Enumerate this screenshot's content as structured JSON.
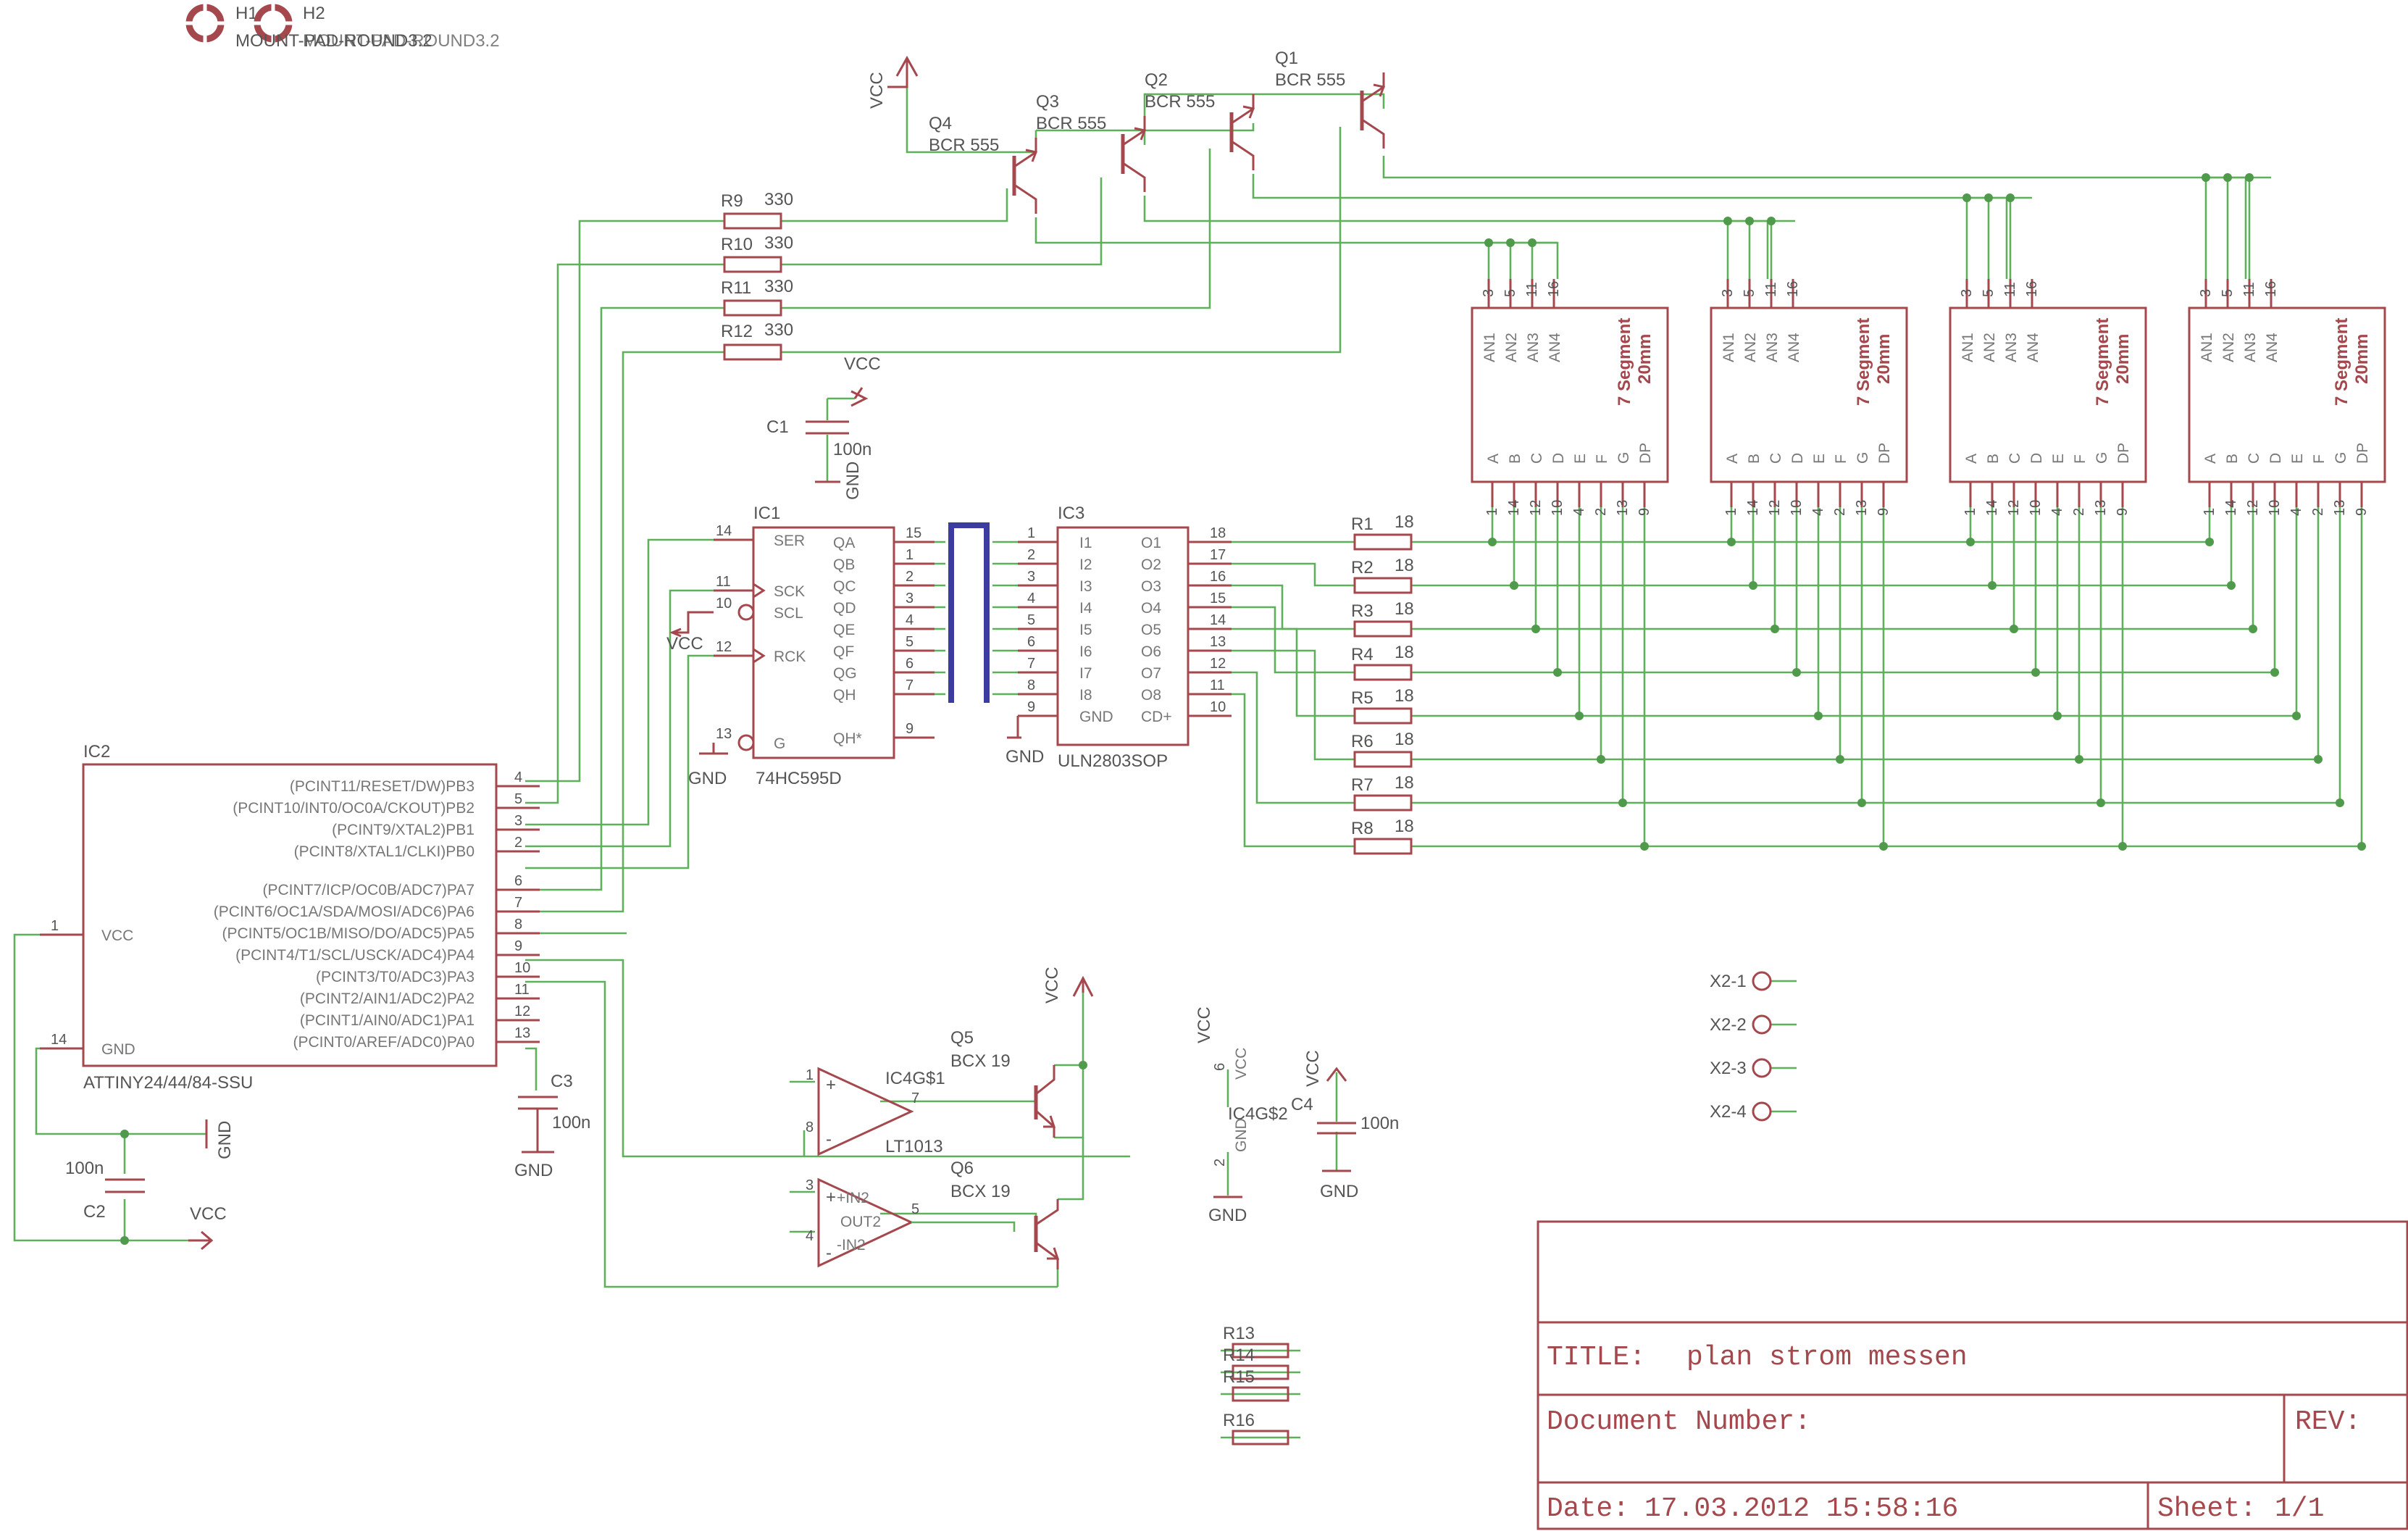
{
  "header": {
    "h1": "H1",
    "h2": "H2",
    "hole_text": "MOUNT-PAD-ROUND3.2"
  },
  "transistors": {
    "q1": {
      "name": "Q1",
      "type": "BCR 555"
    },
    "q2": {
      "name": "Q2",
      "type": "BCR 555"
    },
    "q3": {
      "name": "Q3",
      "type": "BCR 555"
    },
    "q4": {
      "name": "Q4",
      "type": "BCR 555"
    },
    "q5": {
      "name": "Q5",
      "type": "BCX 19"
    },
    "q6": {
      "name": "Q6",
      "type": "BCX 19"
    }
  },
  "resistors": {
    "r9": {
      "name": "R9",
      "value": "330"
    },
    "r10": {
      "name": "R10",
      "value": "330"
    },
    "r11": {
      "name": "R11",
      "value": "330"
    },
    "r12": {
      "name": "R12",
      "value": "330"
    },
    "r_out": [
      {
        "name": "R1",
        "value": "18"
      },
      {
        "name": "R2",
        "value": "18"
      },
      {
        "name": "R3",
        "value": "18"
      },
      {
        "name": "R4",
        "value": "18"
      },
      {
        "name": "R5",
        "value": "18"
      },
      {
        "name": "R6",
        "value": "18"
      },
      {
        "name": "R7",
        "value": "18"
      },
      {
        "name": "R8",
        "value": "18"
      }
    ],
    "r13": "R13",
    "r14": "R14",
    "r15": "R15",
    "r16": "R16"
  },
  "nets": {
    "vcc": "VCC",
    "gnd": "GND"
  },
  "capacitors": {
    "c1": {
      "name": "C1",
      "value": "100n"
    },
    "c2": {
      "name": "C2",
      "value": "100n"
    },
    "c3": {
      "name": "C3",
      "value": "100n"
    },
    "c4": {
      "name": "C4",
      "value": "100n"
    }
  },
  "ic1": {
    "name": "IC1",
    "part": "74HC595D",
    "left_pins": [
      {
        "num": "14",
        "label": "SER"
      },
      {
        "num": "11",
        "label": "SCK"
      },
      {
        "num": "10",
        "label": "SCL"
      },
      {
        "num": "12",
        "label": "RCK"
      },
      {
        "num": "13",
        "label": "G"
      }
    ],
    "right_pins": [
      {
        "num": "15",
        "label": "QA"
      },
      {
        "num": "1",
        "label": "QB"
      },
      {
        "num": "2",
        "label": "QC"
      },
      {
        "num": "3",
        "label": "QD"
      },
      {
        "num": "4",
        "label": "QE"
      },
      {
        "num": "5",
        "label": "QF"
      },
      {
        "num": "6",
        "label": "QG"
      },
      {
        "num": "7",
        "label": "QH"
      },
      {
        "num": "9",
        "label": "QH*"
      }
    ]
  },
  "ic3": {
    "name": "IC3",
    "part": "ULN2803SOP",
    "left_pins": [
      {
        "num": "1",
        "label": "I1"
      },
      {
        "num": "2",
        "label": "I2"
      },
      {
        "num": "3",
        "label": "I3"
      },
      {
        "num": "4",
        "label": "I4"
      },
      {
        "num": "5",
        "label": "I5"
      },
      {
        "num": "6",
        "label": "I6"
      },
      {
        "num": "7",
        "label": "I7"
      },
      {
        "num": "8",
        "label": "I8"
      },
      {
        "num": "9",
        "label": "GND"
      }
    ],
    "right_pins": [
      {
        "num": "18",
        "label": "O1"
      },
      {
        "num": "17",
        "label": "O2"
      },
      {
        "num": "16",
        "label": "O3"
      },
      {
        "num": "15",
        "label": "O4"
      },
      {
        "num": "14",
        "label": "O5"
      },
      {
        "num": "13",
        "label": "O6"
      },
      {
        "num": "12",
        "label": "O7"
      },
      {
        "num": "11",
        "label": "O8"
      },
      {
        "num": "10",
        "label": "CD+"
      }
    ]
  },
  "ic2": {
    "name": "IC2",
    "part": "ATTINY24/44/84-SSU",
    "left_pins": [
      {
        "num": "1",
        "label": "VCC"
      },
      {
        "num": "14",
        "label": "GND"
      }
    ],
    "right_pins": [
      {
        "num": "4",
        "label": "(PCINT11/RESET/DW)PB3"
      },
      {
        "num": "5",
        "label": "(PCINT10/INT0/OC0A/CKOUT)PB2"
      },
      {
        "num": "3",
        "label": "(PCINT9/XTAL2)PB1"
      },
      {
        "num": "2",
        "label": "(PCINT8/XTAL1/CLKI)PB0"
      },
      {
        "num": "6",
        "label": "(PCINT7/ICP/OC0B/ADC7)PA7"
      },
      {
        "num": "7",
        "label": "(PCINT6/OC1A/SDA/MOSI/ADC6)PA6"
      },
      {
        "num": "8",
        "label": "(PCINT5/OC1B/MISO/DO/ADC5)PA5"
      },
      {
        "num": "9",
        "label": "(PCINT4/T1/SCL/USCK/ADC4)PA4"
      },
      {
        "num": "10",
        "label": "(PCINT3/T0/ADC3)PA3"
      },
      {
        "num": "11",
        "label": "(PCINT2/AIN1/ADC2)PA2"
      },
      {
        "num": "12",
        "label": "(PCINT1/AIN0/ADC1)PA1"
      },
      {
        "num": "13",
        "label": "(PCINT0/AREF/ADC0)PA0"
      }
    ]
  },
  "seg": {
    "title1": "7 Segment",
    "title2": "20mm",
    "top_pins": [
      "3",
      "5",
      "11",
      "16"
    ],
    "anodes": [
      "AN1",
      "AN2",
      "AN3",
      "AN4"
    ],
    "segments": [
      "A",
      "B",
      "C",
      "D",
      "E",
      "F",
      "G",
      "DP"
    ],
    "bottom_pins": [
      "1",
      "14",
      "12",
      "10",
      "4",
      "2",
      "13",
      "9"
    ]
  },
  "opamp": {
    "a_name": "IC4G$1",
    "a_part": "LT1013",
    "b_name": "IC4G$2",
    "pin1": "1",
    "pin8": "8",
    "pin7": "7",
    "pin3": "3",
    "pin4": "4",
    "pin5": "5",
    "in2p": "+IN2",
    "out2": "OUT2",
    "in2n": "-IN2",
    "pwr_vcc": "VCC",
    "pwr_gnd": "GND",
    "pin6": "6",
    "pin2": "2"
  },
  "connector": [
    "X2-1",
    "X2-2",
    "X2-3",
    "X2-4"
  ],
  "title_block": {
    "title_label": "TITLE:",
    "title_value": "plan strom messen",
    "docnum_label": "Document Number:",
    "rev_label": "REV:",
    "date_label": "Date:",
    "date_value": "17.03.2012 15:58:16",
    "sheet_label": "Sheet:",
    "sheet_value": "1/1"
  }
}
